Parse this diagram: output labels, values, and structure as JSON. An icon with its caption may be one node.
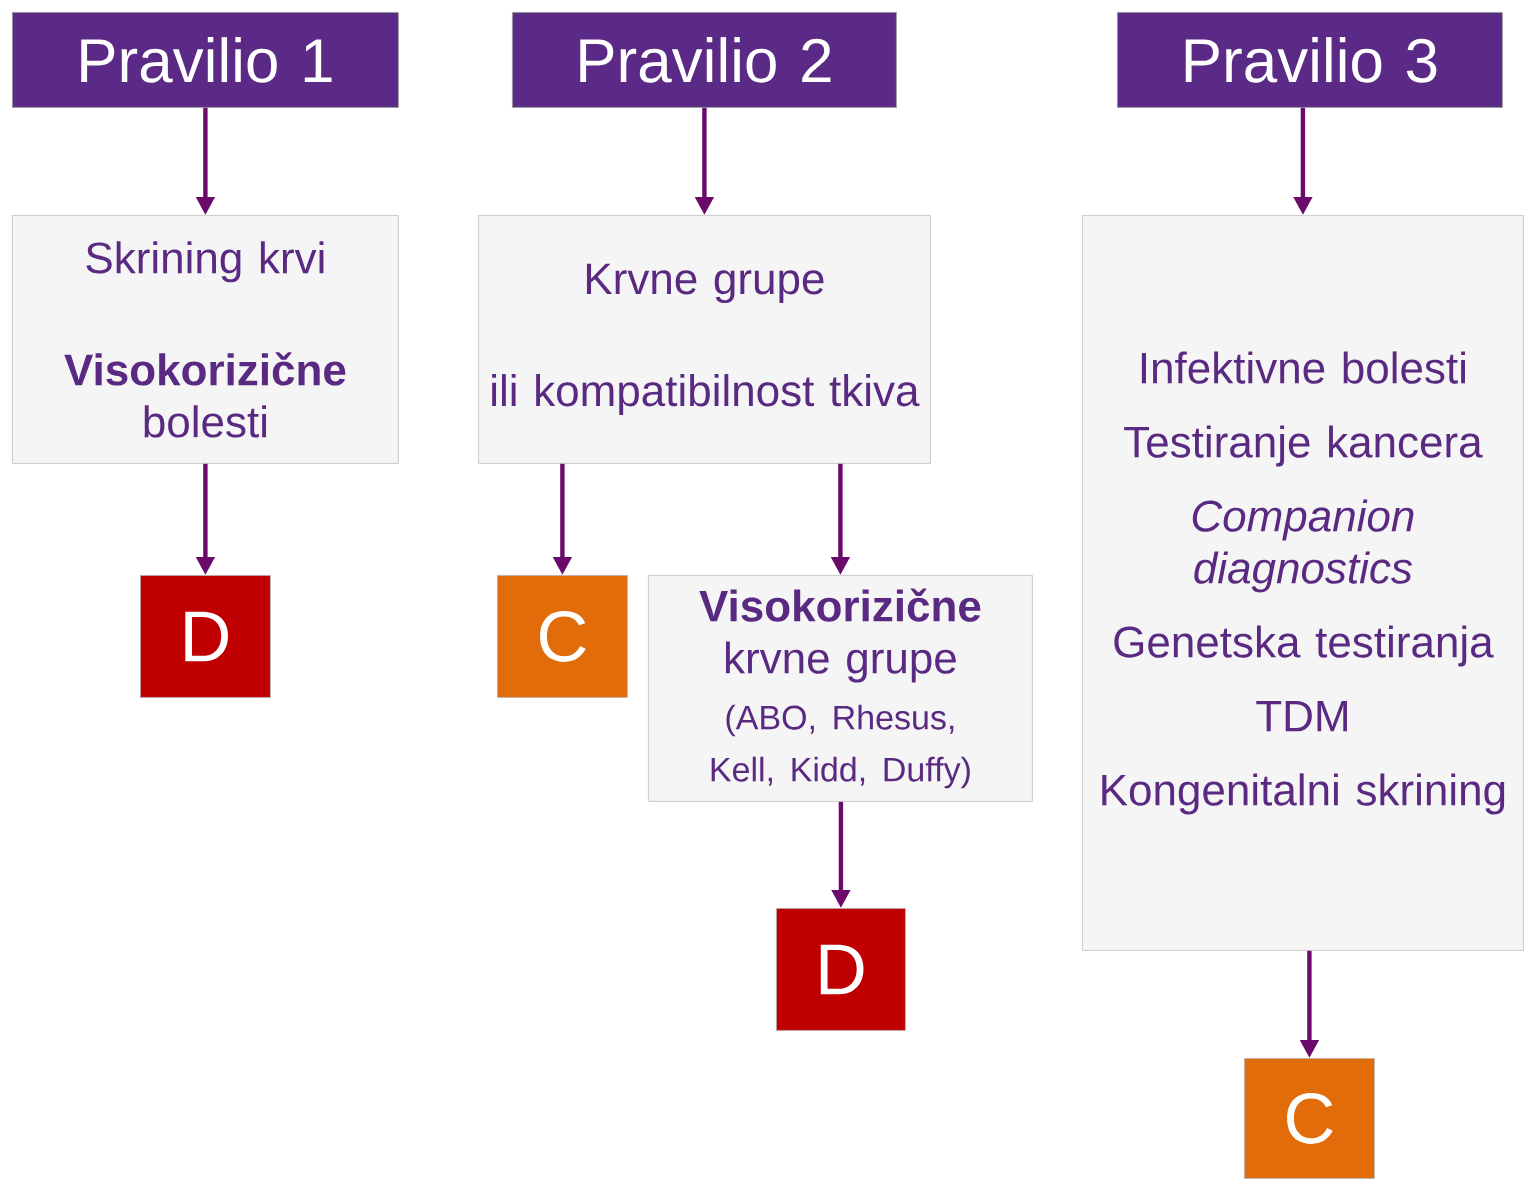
{
  "diagram": {
    "nodes": [
      {
        "text": [
          "Pravilio 1"
        ]
      },
      {
        "text": [
          "Skrining krvi",
          "**Visokorizične** bolesti"
        ]
      },
      {
        "text": [
          "D"
        ]
      },
      {
        "text": [
          "Pravilio 2"
        ]
      },
      {
        "text": [
          "Krvne grupe",
          "ili kompatibilnost tkiva"
        ]
      },
      {
        "text": [
          "C"
        ]
      },
      {
        "text": [
          "**Visokorizične** krvne grupe",
          "(ABO, Rhesus, Kell, Kidd, Duffy)"
        ]
      },
      {
        "text": [
          "D"
        ]
      },
      {
        "text": [
          "Pravilio 3"
        ]
      },
      {
        "text": [
          "Infektivne bolesti",
          "Testiranje kancera",
          "Companion diagnostics",
          "Genetska testiranja",
          "TDM",
          "Kongenitalni skrining"
        ]
      },
      {
        "text": [
          "C"
        ]
      }
    ],
    "edges": [
      {
        "from": 0,
        "to": 1,
        "arrow": "to"
      },
      {
        "from": 1,
        "to": 2,
        "arrow": "to"
      },
      {
        "from": 3,
        "to": 4,
        "arrow": "to"
      },
      {
        "from": 4,
        "to": 5,
        "arrow": "to"
      },
      {
        "from": 4,
        "to": 6,
        "arrow": "to"
      },
      {
        "from": 6,
        "to": 7,
        "arrow": "to"
      },
      {
        "from": 8,
        "to": 9,
        "arrow": "to"
      },
      {
        "from": 9,
        "to": 10,
        "arrow": "to"
      }
    ]
  }
}
